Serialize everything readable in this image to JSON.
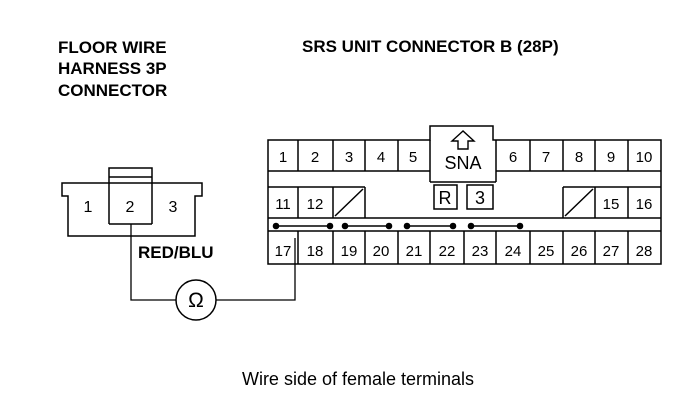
{
  "floor_connector": {
    "title_lines": [
      "FLOOR WIRE",
      "HARNESS 3P",
      "CONNECTOR"
    ],
    "terminals": [
      "1",
      "2",
      "3"
    ],
    "wire_label": "RED/BLU"
  },
  "srs_connector": {
    "title": "SRS UNIT CONNECTOR B (28P)",
    "key_label": "SNA",
    "key_arrow_icon": "up-arrow-icon",
    "center_boxes": [
      "R",
      "3"
    ],
    "row1_left": [
      "1",
      "2",
      "3",
      "4",
      "5"
    ],
    "row1_right": [
      "6",
      "7",
      "8",
      "9",
      "10"
    ],
    "row2_left": [
      "11",
      "12"
    ],
    "row2_right": [
      "15",
      "16"
    ],
    "row3": [
      "17",
      "18",
      "19",
      "20",
      "21",
      "22",
      "23",
      "24",
      "25",
      "26",
      "27",
      "28"
    ]
  },
  "meter_symbol": "Ω",
  "caption": "Wire side of female terminals"
}
